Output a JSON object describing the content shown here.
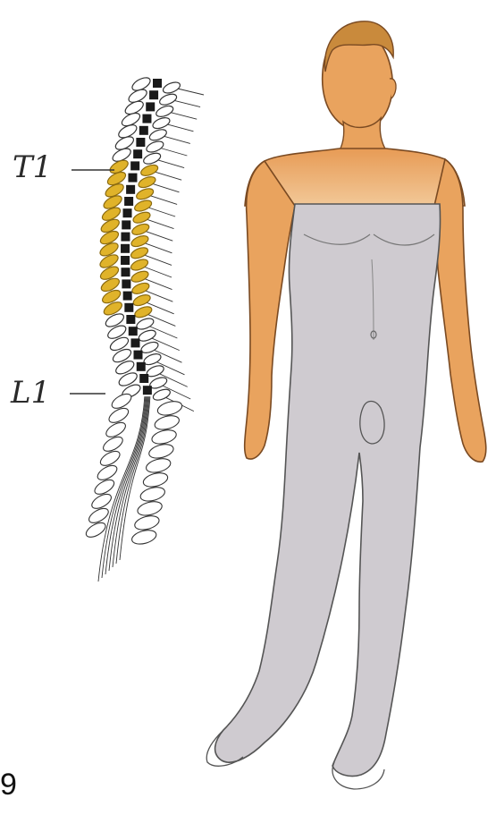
{
  "labels": {
    "upper": "T1",
    "lower": "L1"
  },
  "page_number": "9",
  "colors": {
    "affected_vertebra": "#e0b32a",
    "affected_outline": "#8a6a10",
    "spinal_cord": "#1a1a1a",
    "skin": "#e9a35e",
    "skin_outline": "#7a4a22",
    "affected_region": "#cfcbd0",
    "hair": "#c98a3c",
    "line": "#333333"
  },
  "icons": {
    "spine": "spine-diagram-icon",
    "body": "human-figure-icon"
  }
}
